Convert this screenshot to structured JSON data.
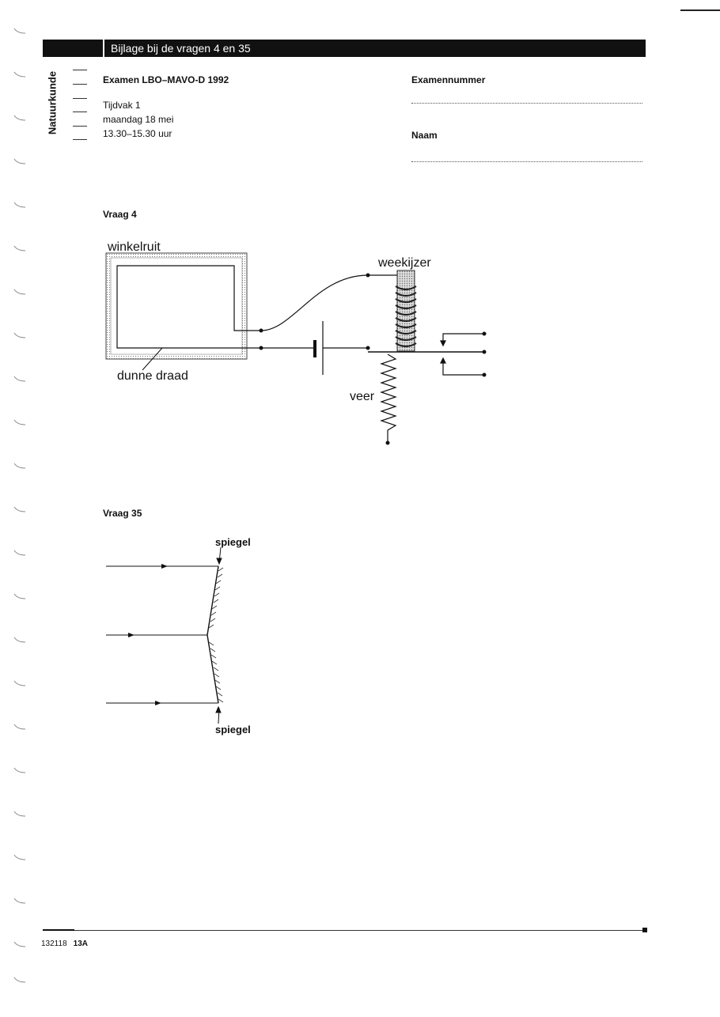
{
  "header": {
    "banner": "Bijlage bij de vragen 4 en 35",
    "subject": "Natuurkunde",
    "exam_title": "Examen LBO–MAVO-D 1992",
    "session": "Tijdvak 1",
    "date": "maandag 18 mei",
    "time": "13.30–15.30 uur",
    "exam_number_label": "Examennummer",
    "name_label": "Naam"
  },
  "question4": {
    "label": "Vraag 4",
    "window_label": "winkelruit",
    "wire_label": "dunne draad",
    "iron_label": "weekijzer",
    "spring_label": "veer"
  },
  "question35": {
    "label": "Vraag 35",
    "mirror_top_label": "spiegel",
    "mirror_bottom_label": "spiegel"
  },
  "footer": {
    "code": "132118",
    "page": "13A"
  }
}
